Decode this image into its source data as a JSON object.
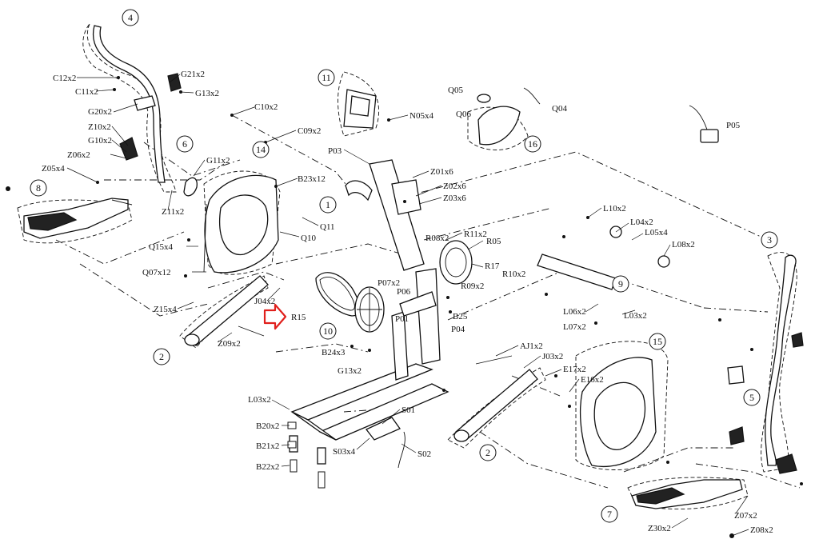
{
  "callouts": [
    {
      "id": "c4",
      "text": "4"
    },
    {
      "id": "c11",
      "text": "11"
    },
    {
      "id": "c6",
      "text": "6"
    },
    {
      "id": "c14",
      "text": "14"
    },
    {
      "id": "c8",
      "text": "8"
    },
    {
      "id": "c1",
      "text": "1"
    },
    {
      "id": "c16",
      "text": "16"
    },
    {
      "id": "c3",
      "text": "3"
    },
    {
      "id": "c9",
      "text": "9"
    },
    {
      "id": "c10",
      "text": "10"
    },
    {
      "id": "c2a",
      "text": "2"
    },
    {
      "id": "c15",
      "text": "15"
    },
    {
      "id": "c5",
      "text": "5"
    },
    {
      "id": "c2b",
      "text": "2"
    },
    {
      "id": "c7",
      "text": "7"
    }
  ],
  "labels": [
    {
      "id": "C12x2",
      "text": "C12x2"
    },
    {
      "id": "C11x2",
      "text": "C11x2"
    },
    {
      "id": "G21x2",
      "text": "G21x2"
    },
    {
      "id": "G13x2a",
      "text": "G13x2"
    },
    {
      "id": "G20x2",
      "text": "G20x2"
    },
    {
      "id": "C10x2",
      "text": "C10x2"
    },
    {
      "id": "Z10x2",
      "text": "Z10x2"
    },
    {
      "id": "G10x2",
      "text": "G10x2"
    },
    {
      "id": "Z06x2",
      "text": "Z06x2"
    },
    {
      "id": "C09x2",
      "text": "C09x2"
    },
    {
      "id": "Z05x4",
      "text": "Z05x4"
    },
    {
      "id": "G11x2",
      "text": "G11x2"
    },
    {
      "id": "B23x12",
      "text": "B23x12"
    },
    {
      "id": "Z11x2",
      "text": "Z11x2"
    },
    {
      "id": "Q11",
      "text": "Q11"
    },
    {
      "id": "Q10",
      "text": "Q10"
    },
    {
      "id": "Q15x4",
      "text": "Q15x4"
    },
    {
      "id": "Q07x12",
      "text": "Q07x12"
    },
    {
      "id": "Z15x4",
      "text": "Z15x4"
    },
    {
      "id": "J04x2",
      "text": "J04x2"
    },
    {
      "id": "R15",
      "text": "R15"
    },
    {
      "id": "Z09x2",
      "text": "Z09x2"
    },
    {
      "id": "N05x4",
      "text": "N05x4"
    },
    {
      "id": "Q05",
      "text": "Q05"
    },
    {
      "id": "Q06",
      "text": "Q06"
    },
    {
      "id": "Q04",
      "text": "Q04"
    },
    {
      "id": "P05",
      "text": "P05"
    },
    {
      "id": "P03",
      "text": "P03"
    },
    {
      "id": "Z01x6",
      "text": "Z01x6"
    },
    {
      "id": "Z02x6",
      "text": "Z02x6"
    },
    {
      "id": "Z03x6",
      "text": "Z03x6"
    },
    {
      "id": "R08x2",
      "text": "R08x2"
    },
    {
      "id": "R11x2",
      "text": "R11x2"
    },
    {
      "id": "R05",
      "text": "R05"
    },
    {
      "id": "R17",
      "text": "R17"
    },
    {
      "id": "R10x2",
      "text": "R10x2"
    },
    {
      "id": "R09x2",
      "text": "R09x2"
    },
    {
      "id": "P07x2",
      "text": "P07x2"
    },
    {
      "id": "P06",
      "text": "P06"
    },
    {
      "id": "B25",
      "text": "B25"
    },
    {
      "id": "P01",
      "text": "P01"
    },
    {
      "id": "P04",
      "text": "P04"
    },
    {
      "id": "B24x3",
      "text": "B24x3"
    },
    {
      "id": "G13x2b",
      "text": "G13x2"
    },
    {
      "id": "L10x2",
      "text": "L10x2"
    },
    {
      "id": "L04x2",
      "text": "L04x2"
    },
    {
      "id": "L05x4",
      "text": "L05x4"
    },
    {
      "id": "L08x2",
      "text": "L08x2"
    },
    {
      "id": "L06x2",
      "text": "L06x2"
    },
    {
      "id": "L07x2",
      "text": "L07x2"
    },
    {
      "id": "L03x2a",
      "text": "L03x2"
    },
    {
      "id": "AJ1x2",
      "text": "AJ1x2"
    },
    {
      "id": "J03x2",
      "text": "J03x2"
    },
    {
      "id": "E17x2",
      "text": "E17x2"
    },
    {
      "id": "E16x2",
      "text": "E16x2"
    },
    {
      "id": "L03x2b",
      "text": "L03x2"
    },
    {
      "id": "S01",
      "text": "S01"
    },
    {
      "id": "B20x2",
      "text": "B20x2"
    },
    {
      "id": "B21x2",
      "text": "B21x2"
    },
    {
      "id": "B22x2",
      "text": "B22x2"
    },
    {
      "id": "S03x4",
      "text": "S03x4"
    },
    {
      "id": "S02",
      "text": "S02"
    },
    {
      "id": "Z07x2",
      "text": "Z07x2"
    },
    {
      "id": "Z30x2",
      "text": "Z30x2"
    },
    {
      "id": "Z08x2",
      "text": "Z08x2"
    }
  ],
  "highlight": {
    "target": "R15",
    "color": "#e0201c"
  }
}
